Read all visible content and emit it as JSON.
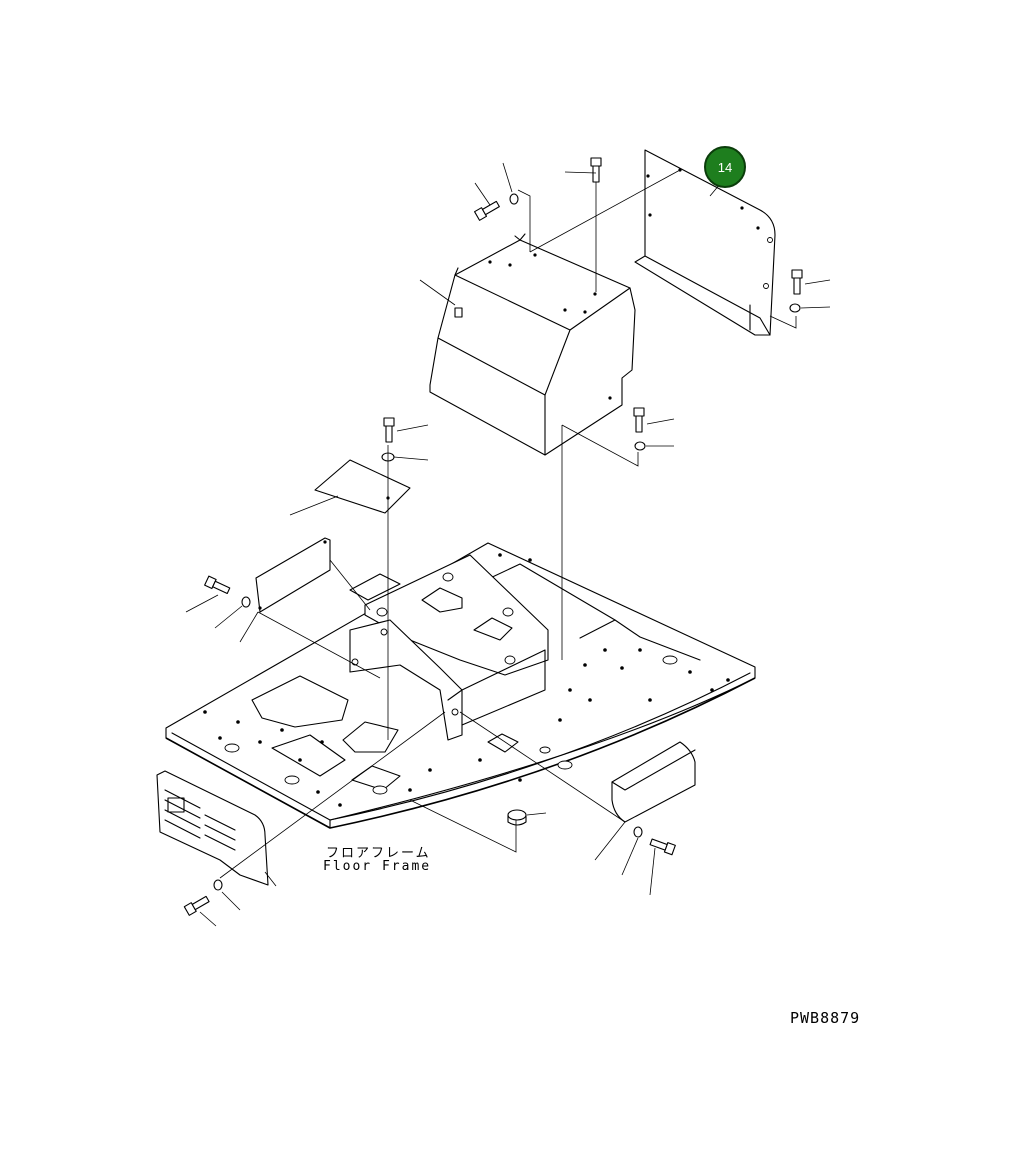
{
  "diagram": {
    "callout": {
      "number": "14",
      "color": "#1e7e1e"
    },
    "label_jp": "フロアフレーム",
    "label_en": "Floor Frame",
    "drawing_code": "PWB8879"
  }
}
